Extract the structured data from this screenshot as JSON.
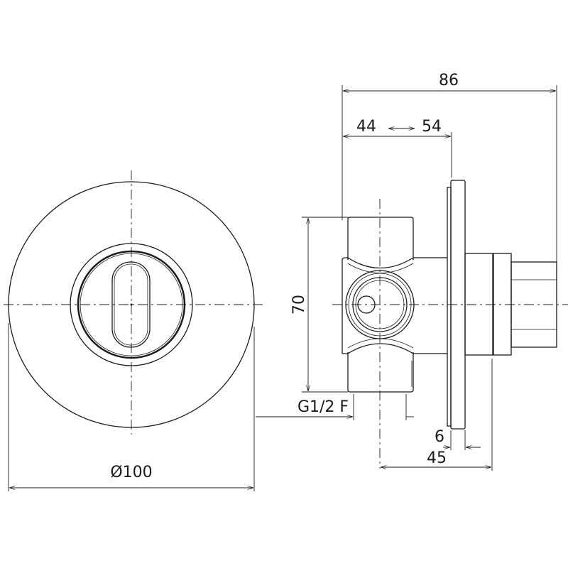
{
  "dimensions": {
    "diameter": "Ø100",
    "overall_depth": "86",
    "adjust_range_min": "44",
    "adjust_range_max": "54",
    "height": "70",
    "thread": "G1/2 F",
    "plate_thickness": "6",
    "body_to_nut": "45"
  },
  "colors": {
    "line": "#1a1a1a",
    "background": "#ffffff"
  }
}
